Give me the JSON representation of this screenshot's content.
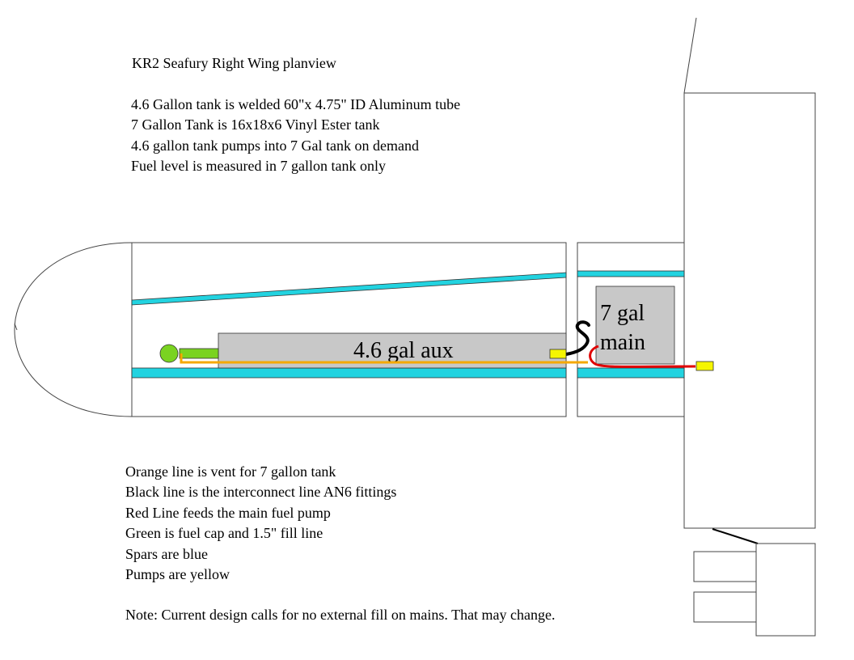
{
  "title": "KR2 Seafury Right Wing planview",
  "description_lines": [
    "4.6 Gallon tank is welded 60\"x 4.75\" ID Aluminum tube",
    "7 Gallon Tank is 16x18x6 Vinyl Ester tank",
    "4.6 gallon tank pumps into 7 Gal tank on demand",
    "Fuel level is measured in 7 gallon tank only"
  ],
  "tanks": {
    "aux_label": "4.6 gal aux",
    "main_label_line1": "7 gal",
    "main_label_line2": "main"
  },
  "legend_lines": [
    "Orange line is vent for 7 gallon tank",
    "Black line is the interconnect line AN6 fittings",
    "Red Line feeds the main fuel pump",
    "Green is fuel cap and 1.5\" fill line",
    "Spars are blue",
    "Pumps are yellow"
  ],
  "note": "Note:  Current design calls for no external fill on mains.  That may change.",
  "colors": {
    "spar": "#22d3e0",
    "tank": "#c8c8c8",
    "vent": "#f5a800",
    "interconnect": "#000000",
    "feed": "#e00000",
    "fill": "#7ad321",
    "pump": "#f5f500"
  }
}
